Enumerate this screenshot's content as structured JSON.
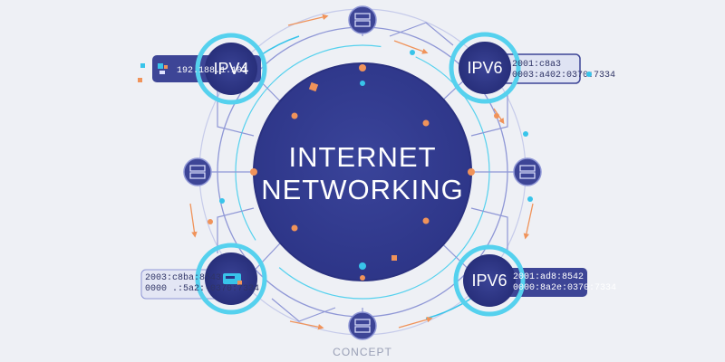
{
  "center": {
    "line1": "INTERNET",
    "line2": "NETWORKING"
  },
  "nodes": {
    "top_left": {
      "label": "IPV4",
      "address": "192.188.1.101"
    },
    "top_right": {
      "label": "IPV6",
      "address_line1": "2001:c8a3",
      "address_line2": "0003:a402:0370:7334"
    },
    "bottom_left": {
      "address_line1": "2003:c8ba:8543",
      "address_line2": "0000 .:5a2:-0370:7334"
    },
    "bottom_right": {
      "label": "IPV6",
      "address_line1": "2001:ad8:8542",
      "address_line2": "0000:8a2e:0370:7334"
    }
  },
  "footer": {
    "text": "CONCEPT"
  },
  "colors": {
    "background": "#eef0f5",
    "core": "#333c8f",
    "core_edge": "#2a3180",
    "ring": "#55d1ee",
    "ring_dark": "#2aa8cc",
    "line": "#8f97d6",
    "line_light": "#c6cbea",
    "dot_orange": "#f0935a",
    "dot_cyan": "#38c4ea",
    "panel": "#3d4596",
    "text_light": "#ffffff",
    "text_dark": "#2f3466"
  },
  "icons": [
    "server-icon",
    "network-icon",
    "arrow-icon",
    "card-icon"
  ]
}
